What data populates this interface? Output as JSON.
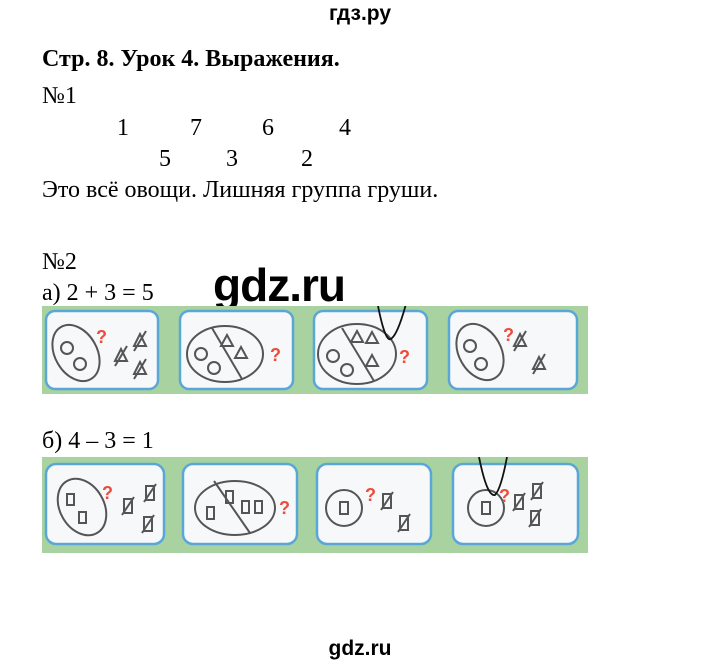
{
  "header_site": "гдз.ру",
  "title": "Стр. 8. Урок 4. Выражения.",
  "task1": {
    "label": "№1",
    "row1": [
      "1",
      "7",
      "6",
      "4"
    ],
    "row2": [
      "5",
      "3",
      "2"
    ],
    "answer": "Это всё овощи. Лишняя группа груши."
  },
  "task2": {
    "label": "№2",
    "a": "а) 2 + 3 = 5",
    "b": "б) 4 – 3 = 1",
    "question_mark": "?",
    "strip_green": "#a8d3a0",
    "box_border": "#5aa6d6",
    "qmark_color": "#f04a3a"
  },
  "watermark": "gdz.ru",
  "footer_site": "gdz.ru"
}
